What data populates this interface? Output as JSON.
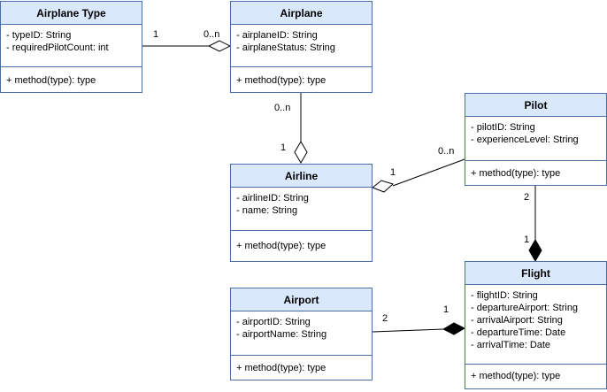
{
  "classes": {
    "airplane_type": {
      "name": "Airplane Type",
      "attributes": [
        "- typeID: String",
        "- requiredPilotCount: int"
      ],
      "method": "+ method(type): type"
    },
    "airplane": {
      "name": "Airplane",
      "attributes": [
        "- airplaneID: String",
        "- airplaneStatus: String"
      ],
      "method": "+ method(type): type"
    },
    "pilot": {
      "name": "Pilot",
      "attributes": [
        "- pilotID: String",
        "- experienceLevel: String"
      ],
      "method": "+ method(type): type"
    },
    "airline": {
      "name": "Airline",
      "attributes": [
        "- airlineID: String",
        "- name: String"
      ],
      "method": "+ method(type): type"
    },
    "airport": {
      "name": "Airport",
      "attributes": [
        "- airportID: String",
        "- airportName: String"
      ],
      "method": "+ method(type): type"
    },
    "flight": {
      "name": "Flight",
      "attributes": [
        "- flightID: String",
        "- departureAirport: String",
        "- arrivalAirport: String",
        "- departureTime: Date",
        "- arrivalTime: Date"
      ],
      "method": "+ method(type): type"
    }
  },
  "relations": {
    "airplanetype_airplane": {
      "type": "aggregation",
      "source_mult": "1",
      "target_mult": "0..n"
    },
    "airplane_airline": {
      "type": "aggregation",
      "source_mult": "0..n",
      "target_mult": "1"
    },
    "pilot_airline": {
      "type": "aggregation",
      "source_mult": "0..n",
      "target_mult": "1"
    },
    "pilot_flight": {
      "type": "composition",
      "source_mult": "2",
      "target_mult": "1"
    },
    "airport_flight": {
      "type": "composition",
      "source_mult": "2",
      "target_mult": "1"
    }
  },
  "colors": {
    "header_fill": "#dae8fc",
    "border": "#4a6ea8",
    "line": "#000000"
  }
}
